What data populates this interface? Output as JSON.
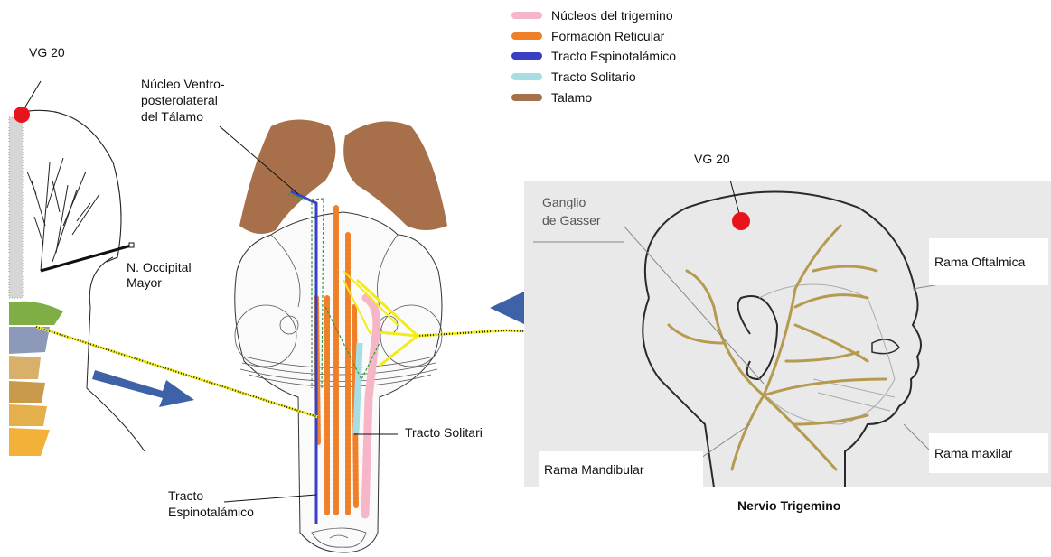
{
  "legend": {
    "items": [
      {
        "label": "Núcleos del trigemino",
        "color": "#f7b6c8"
      },
      {
        "label": "Formación Reticular",
        "color": "#f07f2a"
      },
      {
        "label": "Tracto Espinotalámico",
        "color": "#3a3fc4"
      },
      {
        "label": "Tracto Solitario",
        "color": "#a8dde4"
      },
      {
        "label": "Talamo",
        "color": "#a8704a"
      }
    ]
  },
  "left_head": {
    "point_label": "VG 20",
    "nerve_label_line1": "N. Occipital",
    "nerve_label_line2": "Mayor"
  },
  "brainstem": {
    "nucleus_label_line1": "Núcleo Ventro-",
    "nucleus_label_line2": "posterolateral",
    "nucleus_label_line3": "del Tálamo",
    "solitary_label": "Tracto Solitari",
    "spinothalamic_line1": "Tracto",
    "spinothalamic_line2": "Espinotalámico"
  },
  "right_head": {
    "point_label": "VG 20",
    "ganglion_line1": "Ganglio",
    "ganglion_line2": "de Gasser",
    "branch_ophthalmic": "Rama Oftalmica",
    "branch_maxillary": "Rama maxilar",
    "branch_mandibular": "Rama Mandibular",
    "caption": "Nervio Trigemino"
  },
  "colors": {
    "acupoint": "#e8141c",
    "pathway": "#f2ec1c",
    "arrow": "#3d62a8",
    "photo_bg": "#e9e9e9",
    "nerve": "#b59a50"
  }
}
